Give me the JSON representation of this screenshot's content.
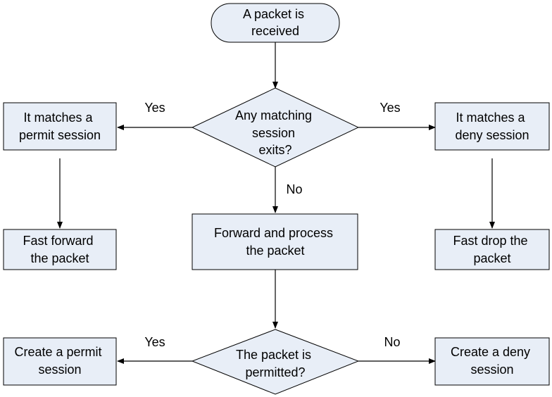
{
  "nodes": {
    "start": {
      "lines": [
        "A packet is",
        "received"
      ]
    },
    "decision_session": {
      "lines": [
        "Any matching",
        "session",
        "exits?"
      ]
    },
    "permit_match": {
      "lines": [
        "It matches a",
        "permit session"
      ]
    },
    "deny_match": {
      "lines": [
        "It matches a",
        "deny session"
      ]
    },
    "fast_forward": {
      "lines": [
        "Fast forward",
        "the packet"
      ]
    },
    "forward_process": {
      "lines": [
        "Forward and process",
        "the packet"
      ]
    },
    "fast_drop": {
      "lines": [
        "Fast drop the",
        "packet"
      ]
    },
    "decision_permitted": {
      "lines": [
        "The packet is",
        "permitted?"
      ]
    },
    "create_permit": {
      "lines": [
        "Create a permit",
        "session"
      ]
    },
    "create_deny": {
      "lines": [
        "Create a deny",
        "session"
      ]
    }
  },
  "edge_labels": {
    "session_yes_left": "Yes",
    "session_yes_right": "Yes",
    "session_no": "No",
    "permitted_yes": "Yes",
    "permitted_no": "No"
  },
  "colors": {
    "node_fill": "#e8eef7",
    "stroke": "#000000",
    "text": "#000000"
  }
}
